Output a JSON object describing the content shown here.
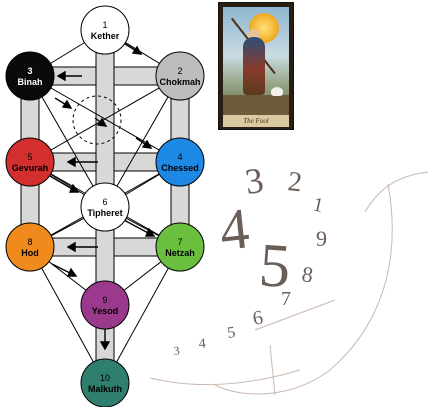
{
  "sephirot": [
    {
      "number": "1",
      "name": "Kether",
      "fill": "#ffffff",
      "text_color": "#000000"
    },
    {
      "number": "2",
      "name": "Chokmah",
      "fill": "#bdbdbd",
      "text_color": "#000000"
    },
    {
      "number": "3",
      "name": "Binah",
      "fill": "#0a0a0a",
      "text_color": "#ffffff"
    },
    {
      "number": "4",
      "name": "Chessed",
      "fill": "#1e88e5",
      "text_color": "#000000"
    },
    {
      "number": "5",
      "name": "Gevurah",
      "fill": "#d32f2f",
      "text_color": "#000000"
    },
    {
      "number": "6",
      "name": "Tipheret",
      "fill": "#ffffff",
      "text_color": "#000000"
    },
    {
      "number": "7",
      "name": "Netzah",
      "fill": "#6abf3f",
      "text_color": "#000000"
    },
    {
      "number": "8",
      "name": "Hod",
      "fill": "#f08a1c",
      "text_color": "#000000"
    },
    {
      "number": "9",
      "name": "Yesod",
      "fill": "#9b3a8c",
      "text_color": "#000000"
    },
    {
      "number": "10",
      "name": "Malkuth",
      "fill": "#2f7f6f",
      "text_color": "#000000"
    }
  ],
  "card": {
    "caption": "The Fool"
  },
  "numerals": [
    "3",
    "2",
    "1",
    "4",
    "5",
    "9",
    "8",
    "7",
    "6",
    "5",
    "4",
    "3"
  ],
  "colors": {
    "path": "#d8d8d8",
    "line": "#000000",
    "numeral": "#6b5d57"
  }
}
